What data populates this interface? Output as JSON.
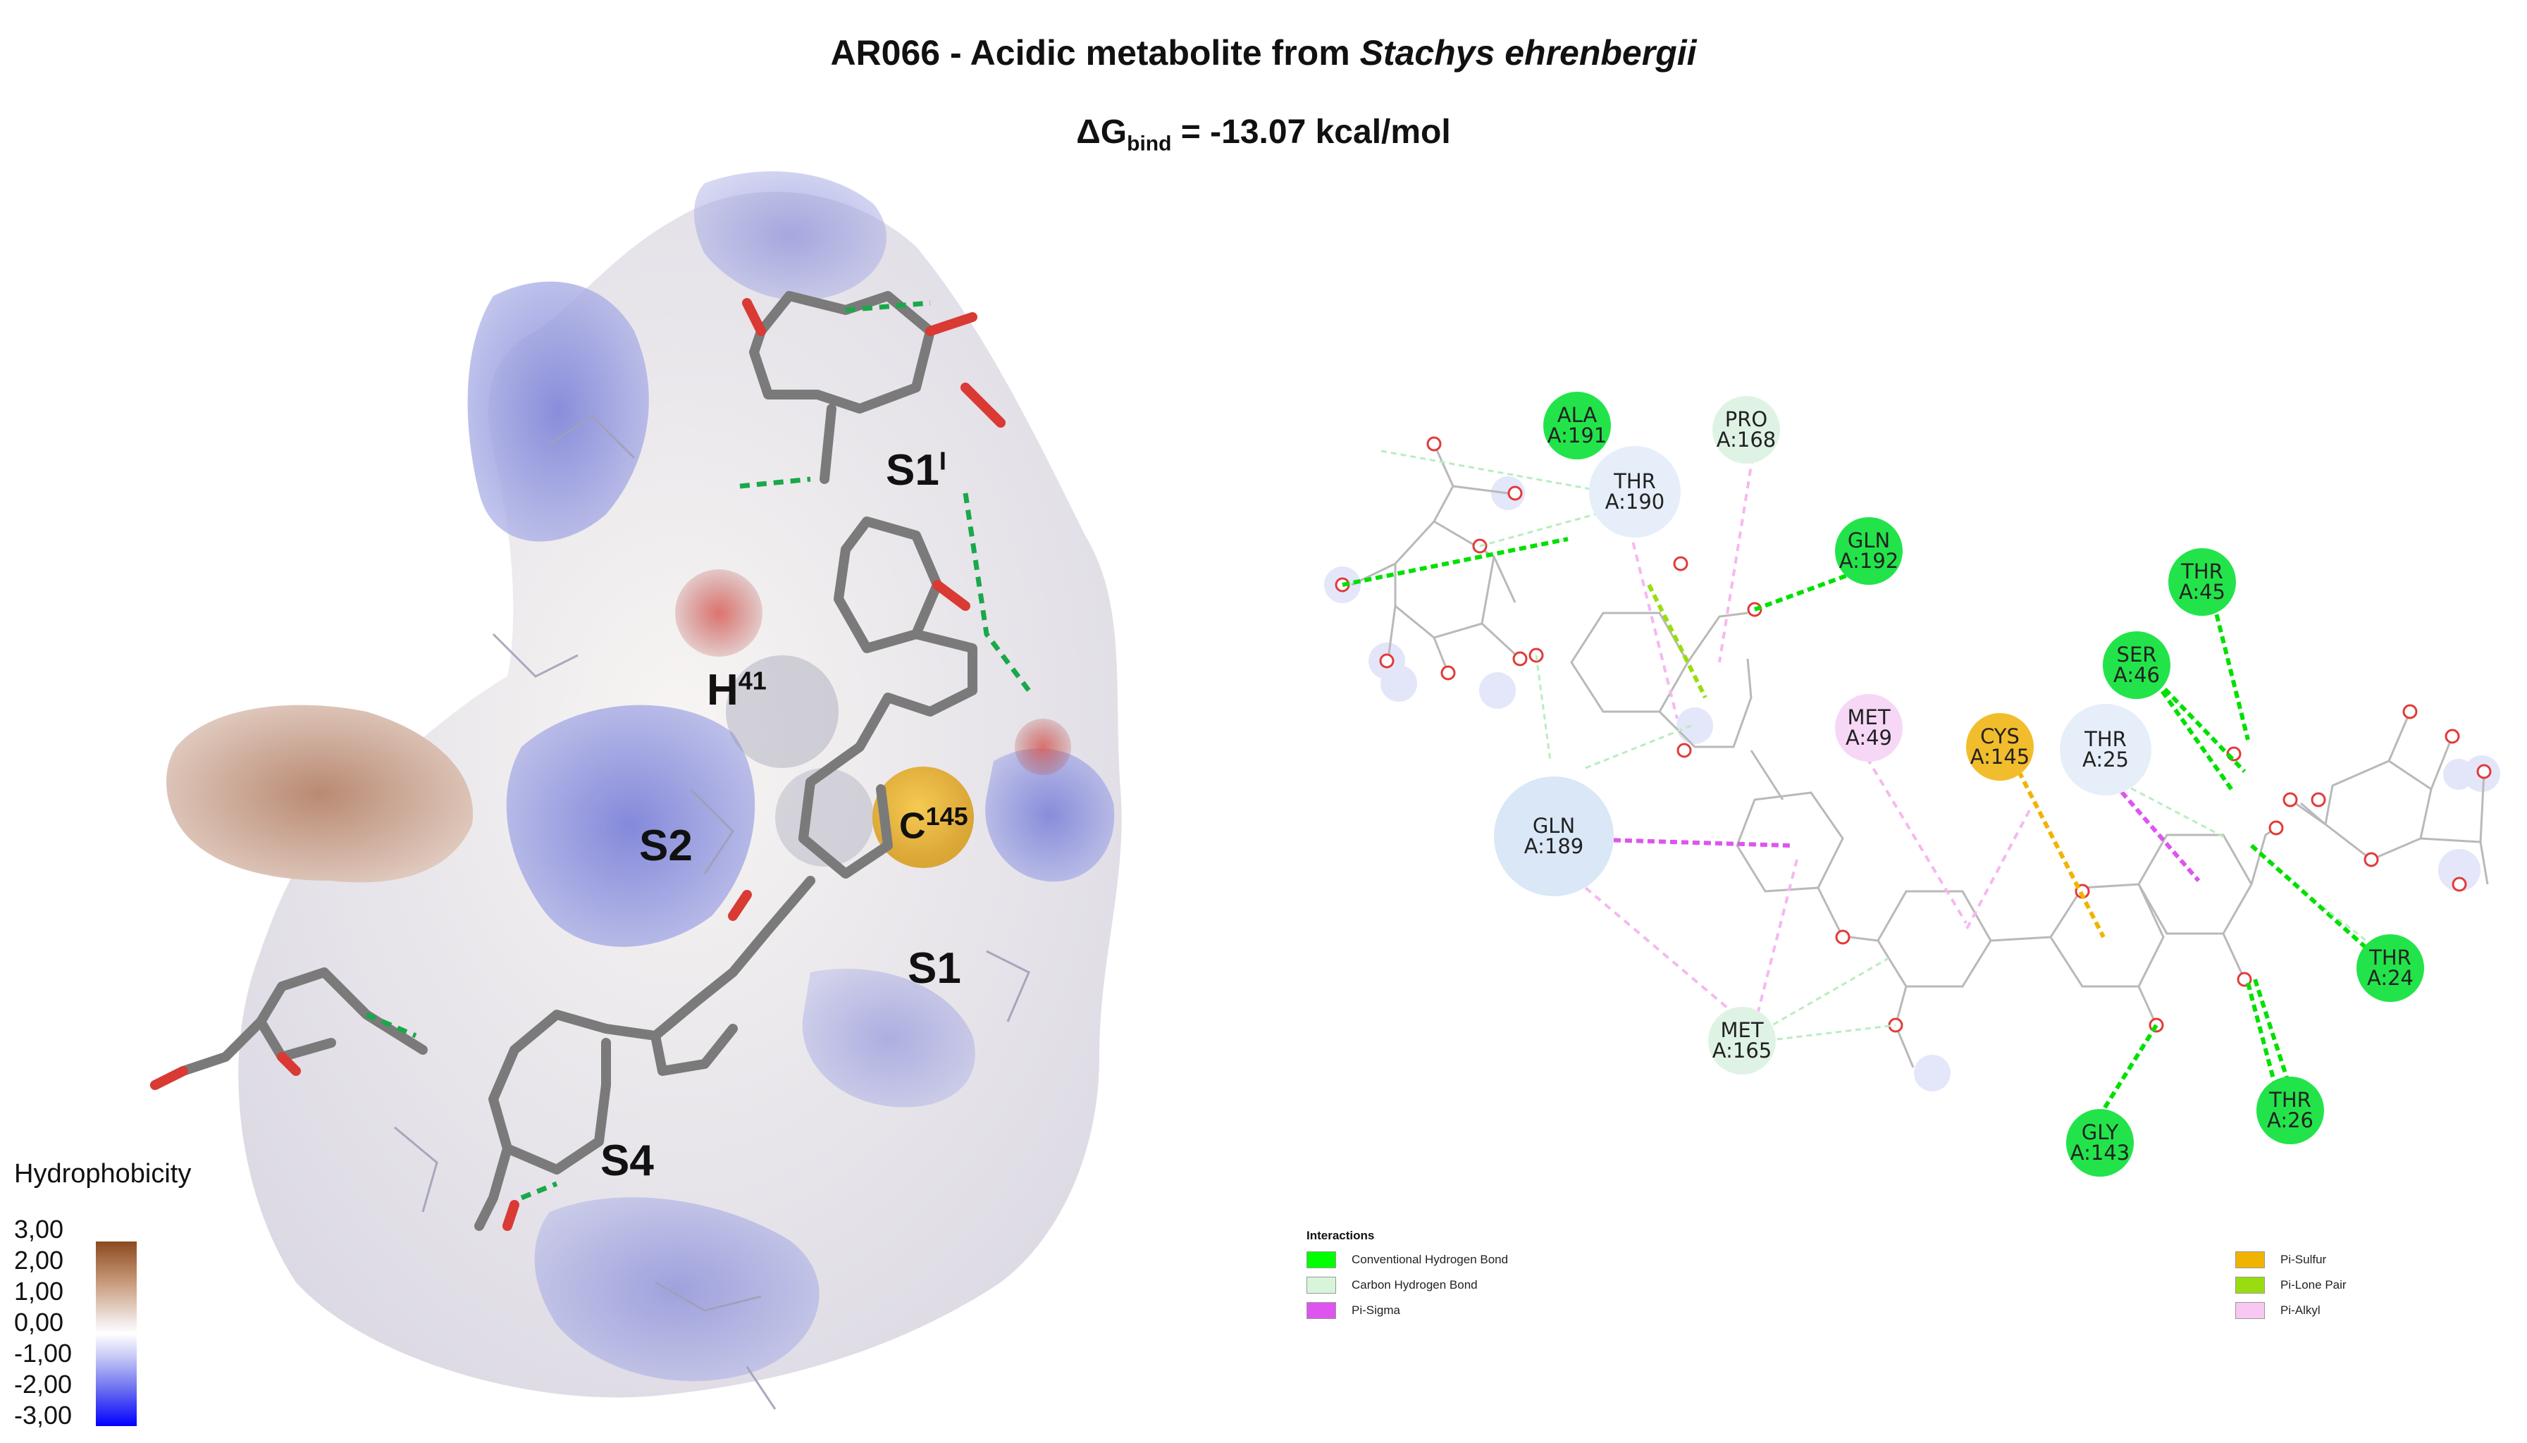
{
  "header": {
    "title_prefix": "AR066 - Acidic metabolite from ",
    "title_species": "Stachys ehrenbergii",
    "energy_symbol": "ΔG",
    "energy_sub": "bind",
    "energy_value": "= -13.07 kcal/mol"
  },
  "surface_view": {
    "pockets": [
      {
        "base": "S1",
        "sup": "I"
      },
      {
        "base": "H",
        "sup": "41"
      },
      {
        "base": "C",
        "sup": "145"
      },
      {
        "base": "S2",
        "sup": ""
      },
      {
        "base": "S1",
        "sup": ""
      },
      {
        "base": "S4",
        "sup": ""
      }
    ],
    "scale": {
      "title": "Hydrophobicity",
      "ticks": [
        "3,00",
        "2,00",
        "1,00",
        "0,00",
        "-1,00",
        "-2,00",
        "-3,00"
      ],
      "colors": [
        "#8b4a1e",
        "#ffffff",
        "#0000ff"
      ]
    }
  },
  "interaction_map": {
    "residues": [
      {
        "name": "ALA",
        "id": "A:191",
        "type": "conventional"
      },
      {
        "name": "PRO",
        "id": "A:168",
        "type": "carbon"
      },
      {
        "name": "THR",
        "id": "A:190",
        "type": "carbon"
      },
      {
        "name": "GLN",
        "id": "A:192",
        "type": "conventional"
      },
      {
        "name": "THR",
        "id": "A:45",
        "type": "conventional"
      },
      {
        "name": "SER",
        "id": "A:46",
        "type": "conventional"
      },
      {
        "name": "MET",
        "id": "A:49",
        "type": "pi-alkyl"
      },
      {
        "name": "CYS",
        "id": "A:145",
        "type": "pi-sulfur"
      },
      {
        "name": "THR",
        "id": "A:25",
        "type": "carbon"
      },
      {
        "name": "GLN",
        "id": "A:189",
        "type": "carbon"
      },
      {
        "name": "THR",
        "id": "A:24",
        "type": "conventional"
      },
      {
        "name": "MET",
        "id": "A:165",
        "type": "carbon"
      },
      {
        "name": "THR",
        "id": "A:26",
        "type": "conventional"
      },
      {
        "name": "GLY",
        "id": "A:143",
        "type": "conventional"
      }
    ],
    "legend": {
      "title": "Interactions",
      "items": [
        {
          "label": "Conventional Hydrogen Bond",
          "color": "#00ff00"
        },
        {
          "label": "Carbon Hydrogen Bond",
          "color": "#d8f5dc"
        },
        {
          "label": "Pi-Sigma",
          "color": "#dd55ee"
        },
        {
          "label": "Pi-Sulfur",
          "color": "#f0b400"
        },
        {
          "label": "Pi-Lone Pair",
          "color": "#99dd11"
        },
        {
          "label": "Pi-Alkyl",
          "color": "#f9c8f2"
        }
      ]
    }
  }
}
